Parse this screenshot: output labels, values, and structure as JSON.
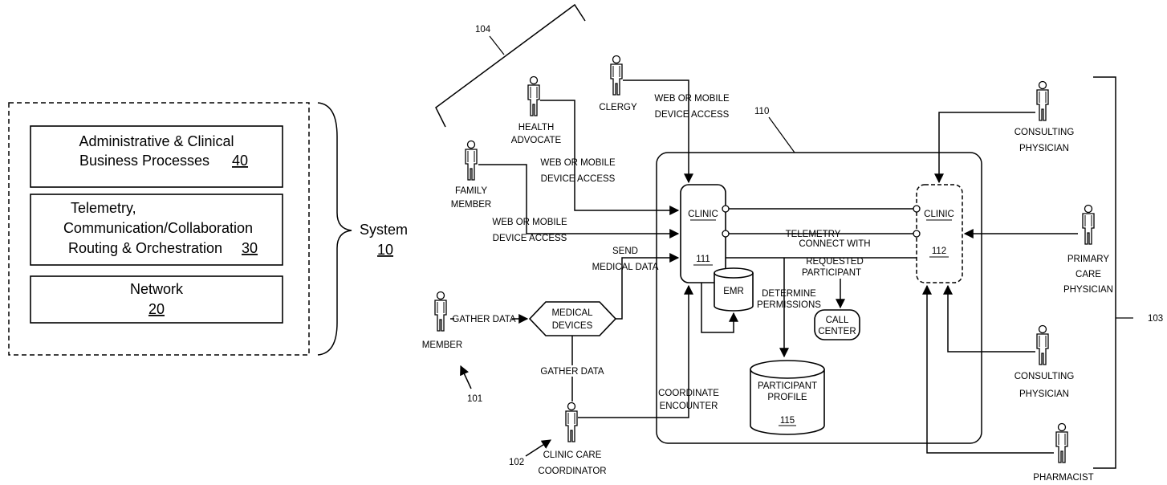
{
  "left_panel": {
    "layers": [
      {
        "line1": "Administrative & Clinical",
        "line2": "Business Processes",
        "num": "40"
      },
      {
        "line1": "Telemetry,",
        "line2": "Communication/Collaboration",
        "line3": "Routing & Orchestration",
        "num": "30"
      },
      {
        "line1": "Network",
        "num": "20"
      }
    ],
    "system_label": "System",
    "system_num": "10"
  },
  "participants": {
    "member": "MEMBER",
    "family_member": [
      "FAMILY",
      "MEMBER"
    ],
    "health_advocate": [
      "HEALTH",
      "ADVOCATE"
    ],
    "clergy": "CLERGY",
    "clinic_care_coordinator": [
      "CLINIC CARE",
      "COORDINATOR"
    ],
    "consulting_physician_top": [
      "CONSULTING",
      "PHYSICIAN"
    ],
    "primary_care_physician": [
      "PRIMARY",
      "CARE",
      "PHYSICIAN"
    ],
    "consulting_physician_bottom": [
      "CONSULTING",
      "PHYSICIAN"
    ],
    "pharmacist": "PHARMACIST"
  },
  "labels": {
    "web_access_clergy": [
      "WEB OR MOBILE",
      "DEVICE ACCESS"
    ],
    "web_access_advocate": [
      "WEB OR MOBILE",
      "DEVICE ACCESS"
    ],
    "web_access_family": [
      "WEB OR MOBILE",
      "DEVICE ACCESS"
    ],
    "send_medical_data": [
      "SEND",
      "MEDICAL DATA"
    ],
    "gather_data_member": "GATHER DATA",
    "gather_data_coordinator": "GATHER DATA",
    "medical_devices": [
      "MEDICAL",
      "DEVICES"
    ],
    "coordinate_encounter": [
      "COORDINATE",
      "ENCOUNTER"
    ],
    "telemetry": "TELEMETRY",
    "connect_with": [
      "CONNECT WITH",
      "REQUESTED",
      "PARTICIPANT"
    ],
    "determine_permissions": [
      "DETERMINE",
      "PERMISSIONS"
    ],
    "call_center": [
      "CALL",
      "CENTER"
    ],
    "participant_profile": [
      "PARTICIPANT",
      "PROFILE"
    ],
    "participant_profile_num": "115",
    "emr": "EMR",
    "clinic_left": "CLINIC",
    "clinic_left_num": "111",
    "clinic_right": "CLINIC",
    "clinic_right_num": "112"
  },
  "refs": {
    "r104": "104",
    "r110": "110",
    "r103": "103",
    "r101": "101",
    "r102": "102"
  }
}
